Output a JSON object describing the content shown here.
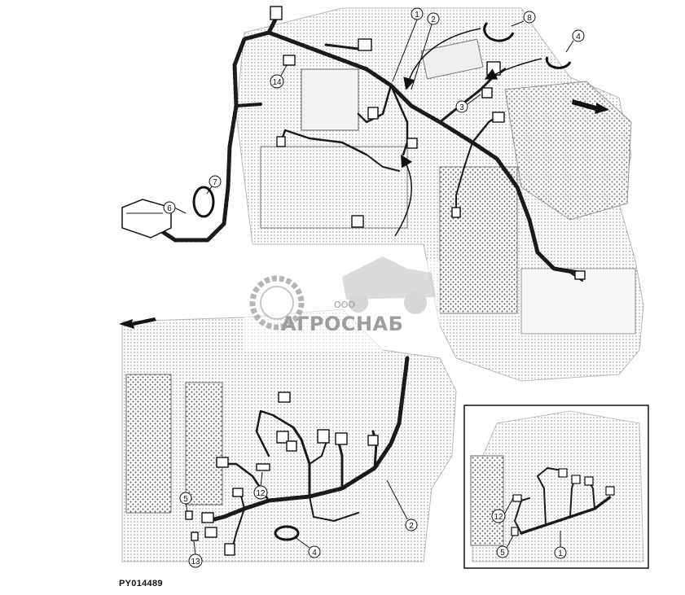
{
  "figure_id": "PY014489",
  "watermark": {
    "small": "ООО",
    "brand": "АГРОСНАБ"
  },
  "callouts": [
    {
      "id": "c1a",
      "label": "1"
    },
    {
      "id": "c2a",
      "label": "2"
    },
    {
      "id": "c8",
      "label": "8"
    },
    {
      "id": "c4a",
      "label": "4"
    },
    {
      "id": "c14",
      "label": "14"
    },
    {
      "id": "c3",
      "label": "3"
    },
    {
      "id": "c7",
      "label": "7"
    },
    {
      "id": "c6",
      "label": "6"
    },
    {
      "id": "c5a",
      "label": "5"
    },
    {
      "id": "c12a",
      "label": "12"
    },
    {
      "id": "c13",
      "label": "13"
    },
    {
      "id": "c4b",
      "label": "4"
    },
    {
      "id": "c2b",
      "label": "2"
    },
    {
      "id": "c12b",
      "label": "12"
    },
    {
      "id": "c5b",
      "label": "5"
    },
    {
      "id": "c1b",
      "label": "1"
    }
  ]
}
